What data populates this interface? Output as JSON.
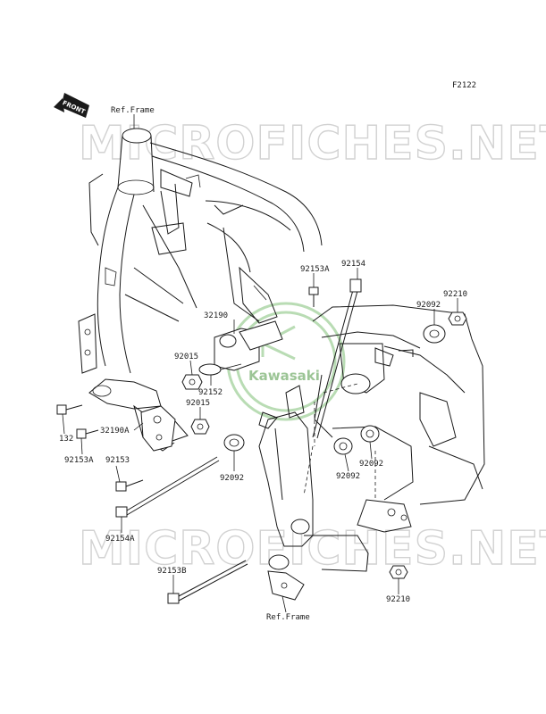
{
  "diagram_code": "F2122",
  "front_badge": "FRONT",
  "watermark": "MICROFICHES.NET",
  "logo_text": "Kawasaki",
  "labels": [
    {
      "id": "ref-frame-top",
      "text": "Ref.Frame"
    },
    {
      "id": "92153A-top",
      "text": "92153A"
    },
    {
      "id": "92154",
      "text": "92154"
    },
    {
      "id": "92210-top",
      "text": "92210"
    },
    {
      "id": "92092-right-top",
      "text": "92092"
    },
    {
      "id": "32190",
      "text": "32190"
    },
    {
      "id": "92015-top",
      "text": "92015"
    },
    {
      "id": "92152",
      "text": "92152"
    },
    {
      "id": "92015-mid",
      "text": "92015"
    },
    {
      "id": "132",
      "text": "132"
    },
    {
      "id": "32190A",
      "text": "32190A"
    },
    {
      "id": "92153A-left",
      "text": "92153A"
    },
    {
      "id": "92153",
      "text": "92153"
    },
    {
      "id": "92092-center",
      "text": "92092"
    },
    {
      "id": "92092-mid-right",
      "text": "92092"
    },
    {
      "id": "92092-right",
      "text": "92092"
    },
    {
      "id": "92154A",
      "text": "92154A"
    },
    {
      "id": "92153B",
      "text": "92153B"
    },
    {
      "id": "92210-bottom",
      "text": "92210"
    },
    {
      "id": "ref-frame-bottom",
      "text": "Ref.Frame"
    }
  ]
}
